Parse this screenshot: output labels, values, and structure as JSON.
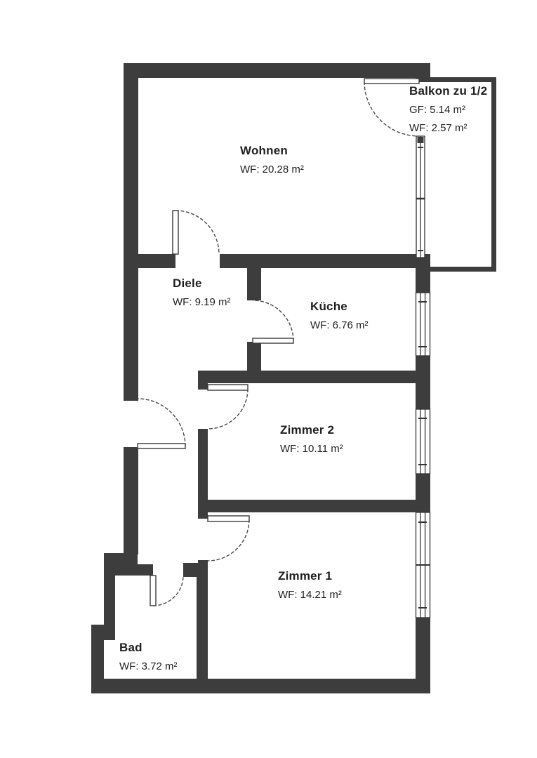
{
  "rooms": {
    "wohnen": {
      "name": "Wohnen",
      "area": "WF: 20.28 m²"
    },
    "balkon": {
      "name": "Balkon zu 1/2",
      "gf": "GF: 5.14 m²",
      "wf": "WF: 2.57 m²"
    },
    "diele": {
      "name": "Diele",
      "area": "WF: 9.19 m²"
    },
    "kueche": {
      "name": "Küche",
      "area": "WF: 6.76 m²"
    },
    "zimmer2": {
      "name": "Zimmer 2",
      "area": "WF: 10.11 m²"
    },
    "zimmer1": {
      "name": "Zimmer 1",
      "area": "WF: 14.21 m²"
    },
    "bad": {
      "name": "Bad",
      "area": "WF: 3.72 m²"
    }
  },
  "colors": {
    "wall": "#3d3d3d",
    "background": "#ffffff",
    "text": "#1f1f1f",
    "line": "#4a4a4a"
  }
}
